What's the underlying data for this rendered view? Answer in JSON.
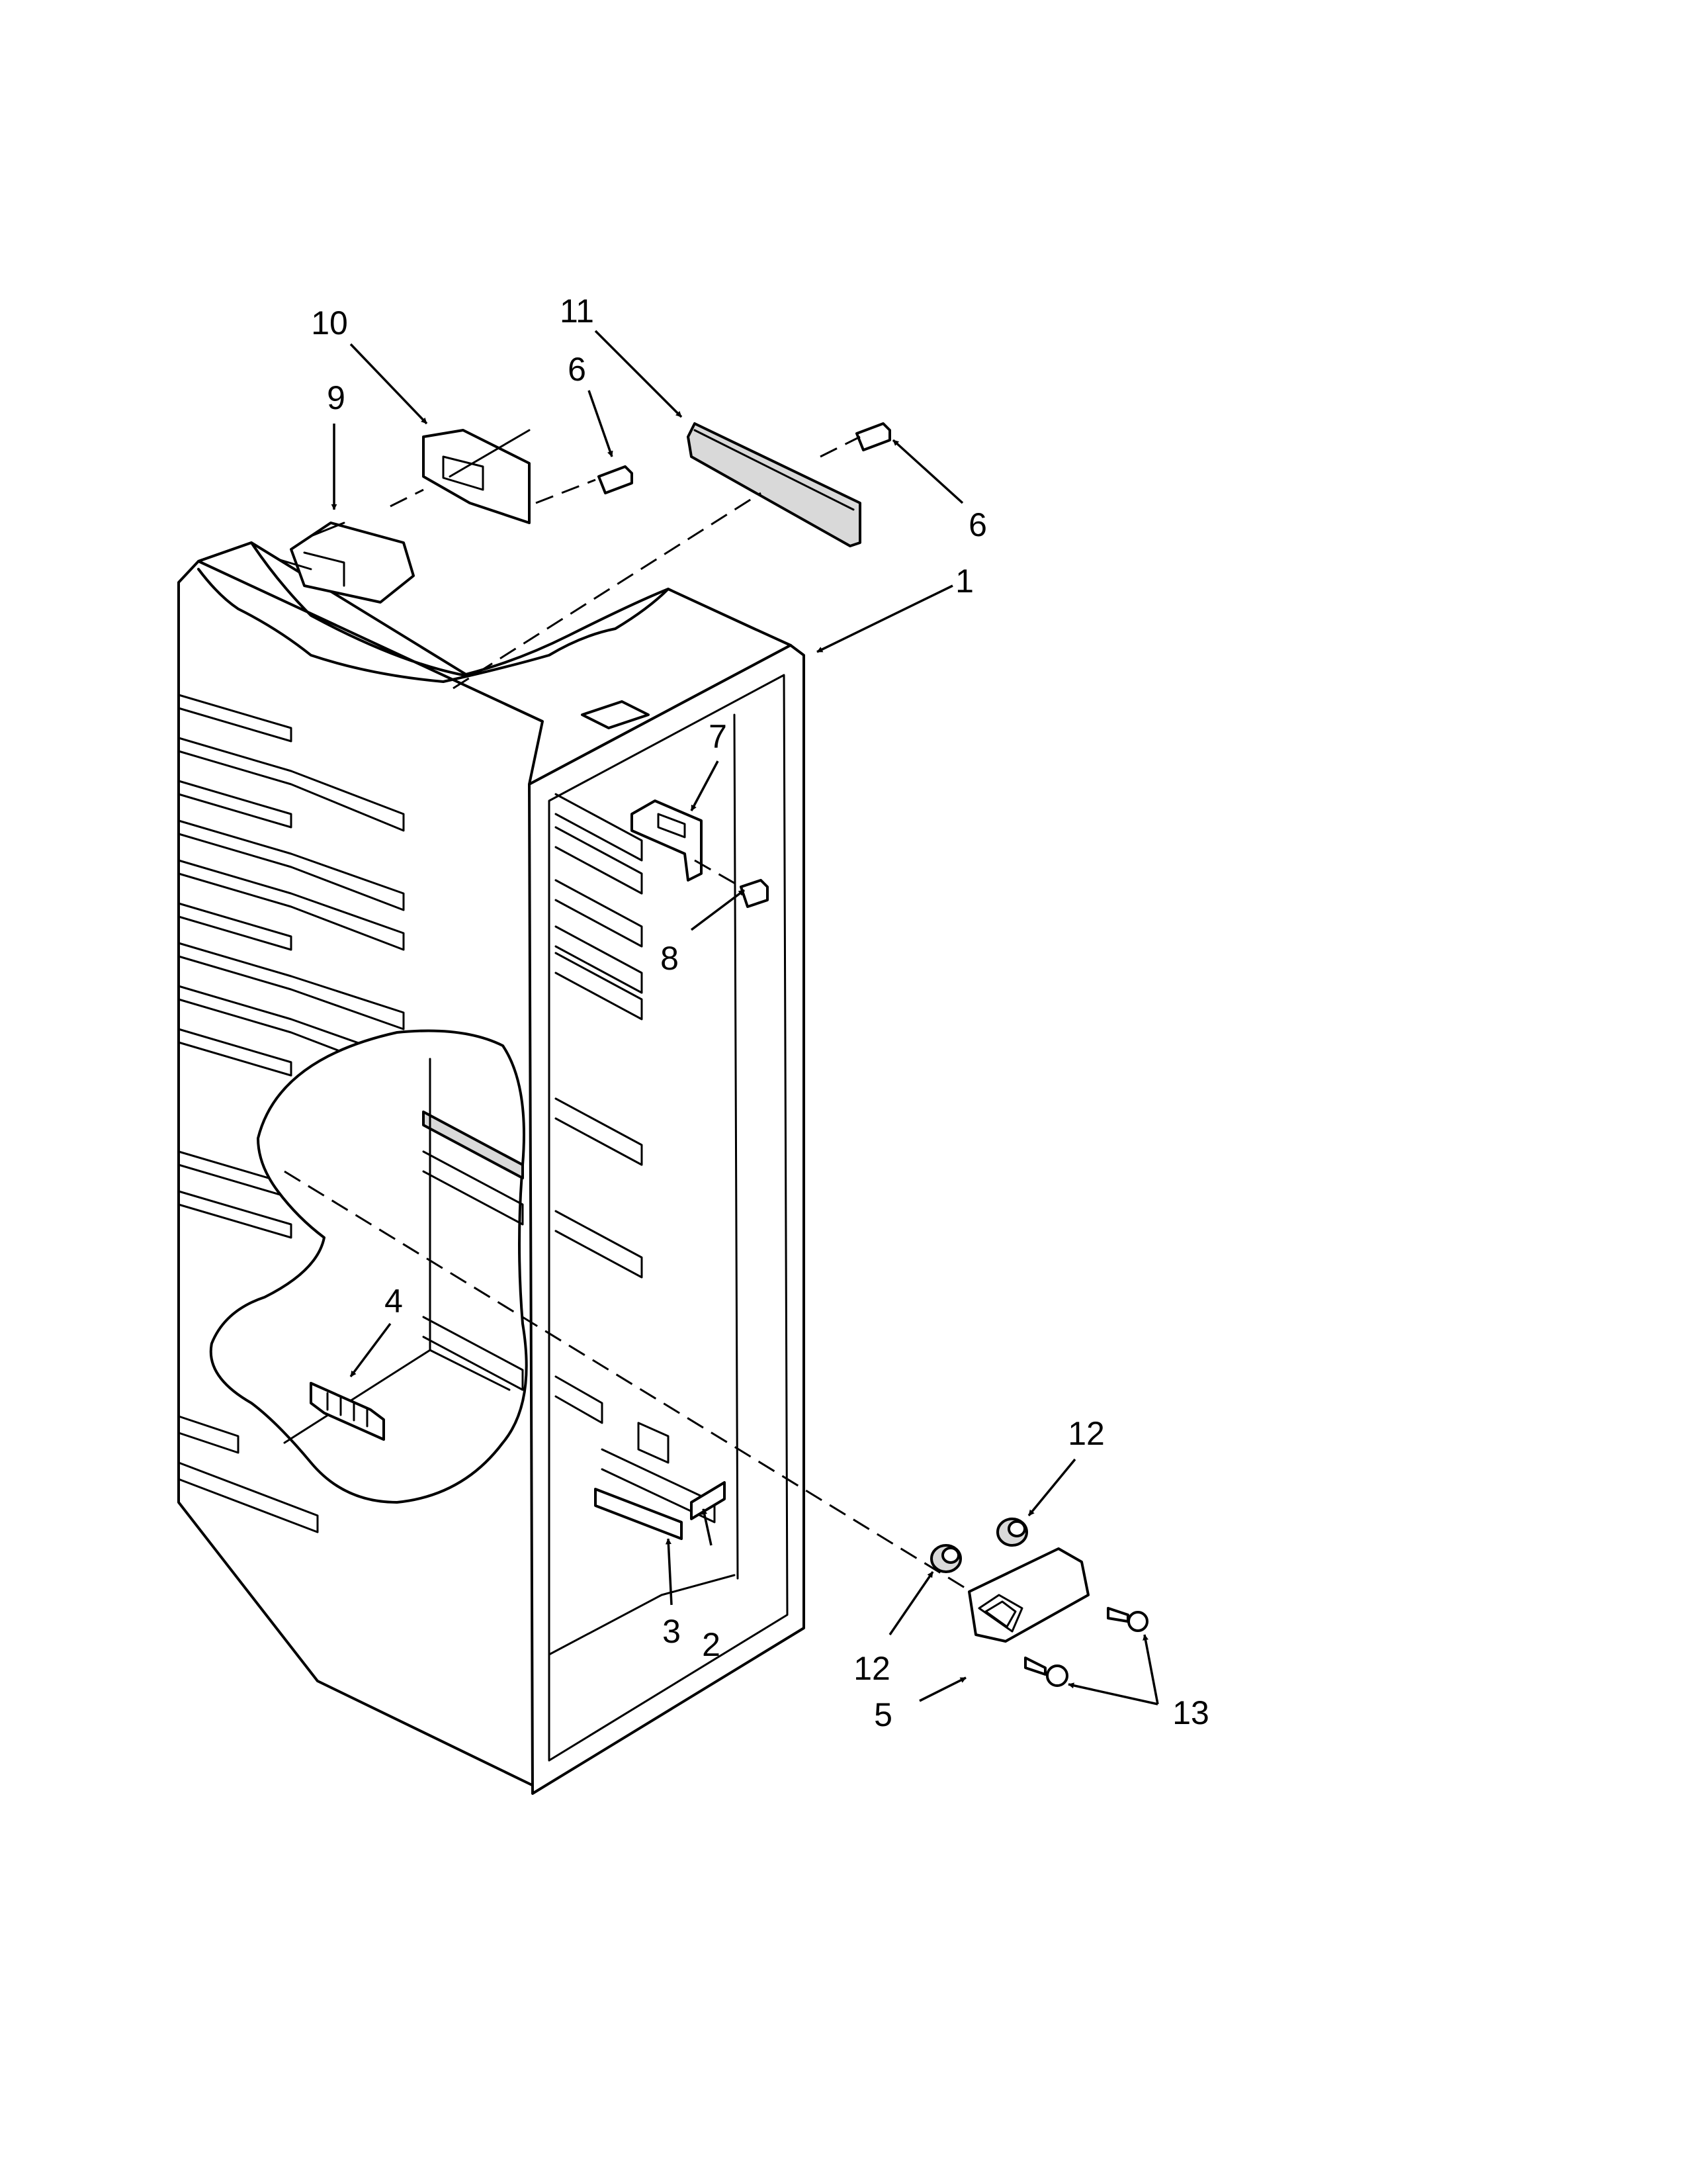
{
  "diagram": {
    "callouts": [
      "1",
      "2",
      "3",
      "4",
      "5",
      "6",
      "6",
      "7",
      "8",
      "9",
      "10",
      "11",
      "12",
      "12",
      "13"
    ]
  }
}
